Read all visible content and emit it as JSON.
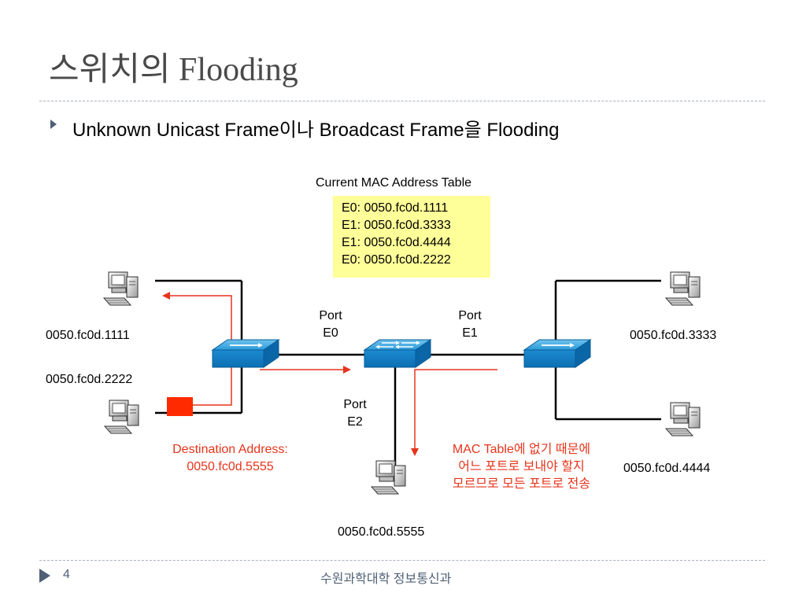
{
  "slide": {
    "title": "스위치의 Flooding",
    "bullet": "Unknown Unicast Frame이나 Broadcast Frame을 Flooding"
  },
  "mac_table": {
    "title": "Current MAC Address Table",
    "entries": [
      "E0: 0050.fc0d.1111",
      "E1: 0050.fc0d.3333",
      "E1: 0050.fc0d.4444",
      "E0: 0050.fc0d.2222"
    ]
  },
  "ports": {
    "e0": [
      "Port",
      "E0"
    ],
    "e1": [
      "Port",
      "E1"
    ],
    "e2": [
      "Port",
      "E2"
    ]
  },
  "hosts": {
    "h1111": "0050.fc0d.1111",
    "h2222": "0050.fc0d.2222",
    "h3333": "0050.fc0d.3333",
    "h4444": "0050.fc0d.4444",
    "h5555": "0050.fc0d.5555"
  },
  "notes": {
    "destination": [
      "Destination Address:",
      "0050.fc0d.5555"
    ],
    "flood_reason": [
      "MAC Table에 없기 때문에",
      "어느 포트로 보내야 할지",
      "모르므로 모든 포트로 전송"
    ]
  },
  "footer": {
    "page": "4",
    "org": "수원과학대학 정보통신과"
  },
  "colors": {
    "title": "#4a4a4a",
    "accent": "#e8341c",
    "switch": "#1b8fd2",
    "table_bg": "#ffff99",
    "footer": "#4f6076"
  }
}
